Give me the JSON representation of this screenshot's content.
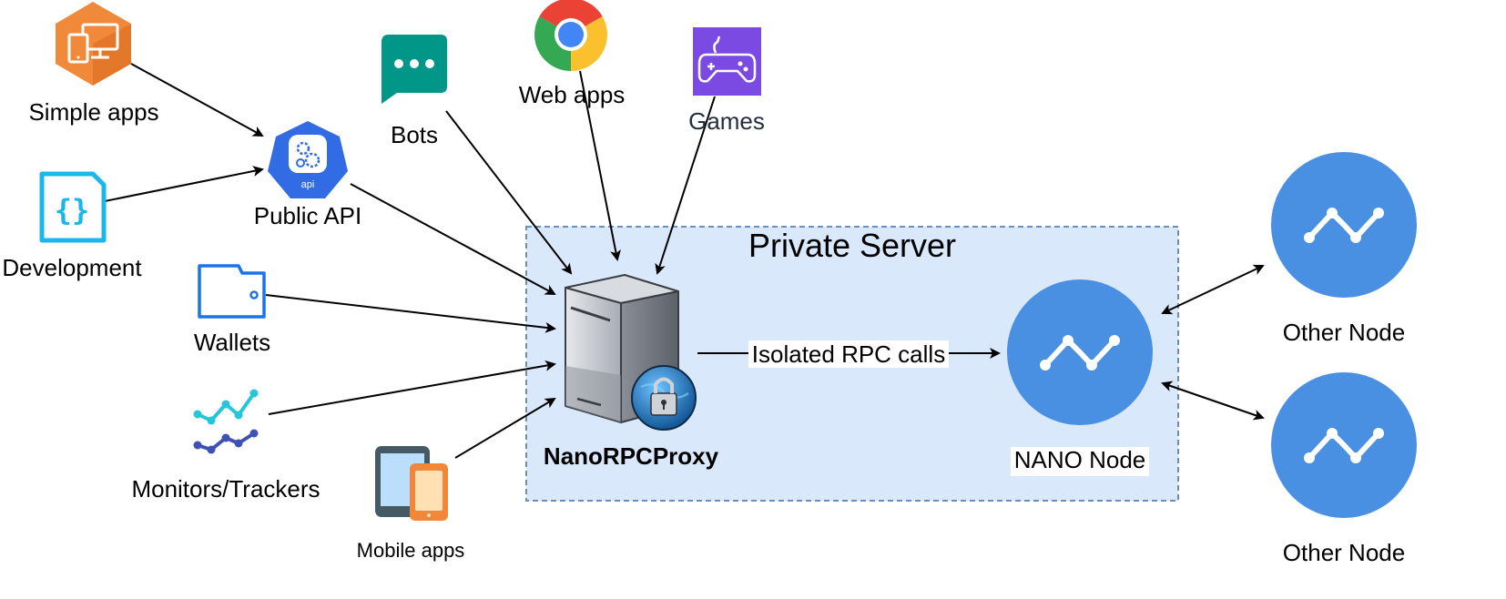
{
  "diagram": {
    "container": {
      "label": "Private Server",
      "fill": "#dae8fc",
      "stroke": "#6c8ebf"
    },
    "nodes": {
      "simple_apps": {
        "label": "Simple apps",
        "icon": "desktop-devices-icon",
        "color": "#f08a3a"
      },
      "development": {
        "label": "Development",
        "icon": "json-file-icon",
        "color": "#1bb7ea"
      },
      "public_api": {
        "label": "Public API",
        "icon": "kubernetes-api-icon",
        "color": "#326ce5"
      },
      "bots": {
        "label": "Bots",
        "icon": "chat-bubble-icon",
        "color": "#009688"
      },
      "web_apps": {
        "label": "Web apps",
        "icon": "chrome-browser-icon"
      },
      "games": {
        "label": "Games",
        "icon": "gamepad-icon",
        "color": "#7b4ae2"
      },
      "wallets": {
        "label": "Wallets",
        "icon": "wallet-icon",
        "color": "#1a73e8"
      },
      "monitors": {
        "label": "Monitors/Trackers",
        "icon": "line-chart-icon"
      },
      "mobile_apps": {
        "label": "Mobile apps",
        "icon": "mobile-devices-icon"
      },
      "proxy": {
        "label": "NanoRPCProxy",
        "icon": "secure-server-icon"
      },
      "nano_node": {
        "label": "NANO Node",
        "icon": "nano-logo-icon",
        "color": "#4a90e2"
      },
      "other_node_1": {
        "label": "Other Node",
        "icon": "nano-logo-icon",
        "color": "#4a90e2"
      },
      "other_node_2": {
        "label": "Other Node",
        "icon": "nano-logo-icon",
        "color": "#4a90e2"
      }
    },
    "edges": [
      {
        "from": "simple_apps",
        "to": "public_api"
      },
      {
        "from": "development",
        "to": "public_api"
      },
      {
        "from": "public_api",
        "to": "proxy"
      },
      {
        "from": "bots",
        "to": "proxy"
      },
      {
        "from": "web_apps",
        "to": "proxy"
      },
      {
        "from": "games",
        "to": "proxy"
      },
      {
        "from": "wallets",
        "to": "proxy"
      },
      {
        "from": "monitors",
        "to": "proxy"
      },
      {
        "from": "mobile_apps",
        "to": "proxy"
      },
      {
        "from": "proxy",
        "to": "nano_node",
        "label": "Isolated RPC calls"
      },
      {
        "from": "nano_node",
        "to": "other_node_1",
        "bidirectional": true
      },
      {
        "from": "nano_node",
        "to": "other_node_2",
        "bidirectional": true
      }
    ]
  }
}
